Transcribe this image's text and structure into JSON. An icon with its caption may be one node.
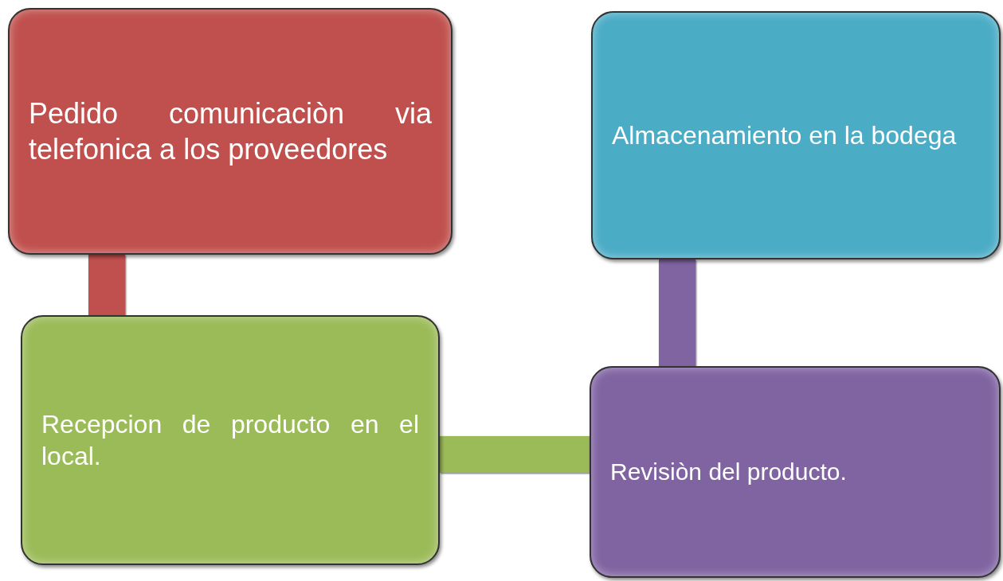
{
  "diagram": {
    "nodes": [
      {
        "text": [
          "Pedido comunicaciòn via telefonica a los proveedores"
        ]
      },
      {
        "text": [
          "Almacenamiento en la bodega"
        ]
      },
      {
        "text": [
          "Recepcion de producto en el local."
        ]
      },
      {
        "text": [
          "Revisiòn del producto."
        ]
      }
    ],
    "edges": [
      {
        "from": 0,
        "to": 2,
        "arrow": "none",
        "color": "#c0504d"
      },
      {
        "from": 2,
        "to": 3,
        "arrow": "none",
        "color": "#9bbb59"
      },
      {
        "from": 3,
        "to": 1,
        "arrow": "none",
        "color": "#8064a2"
      }
    ]
  }
}
